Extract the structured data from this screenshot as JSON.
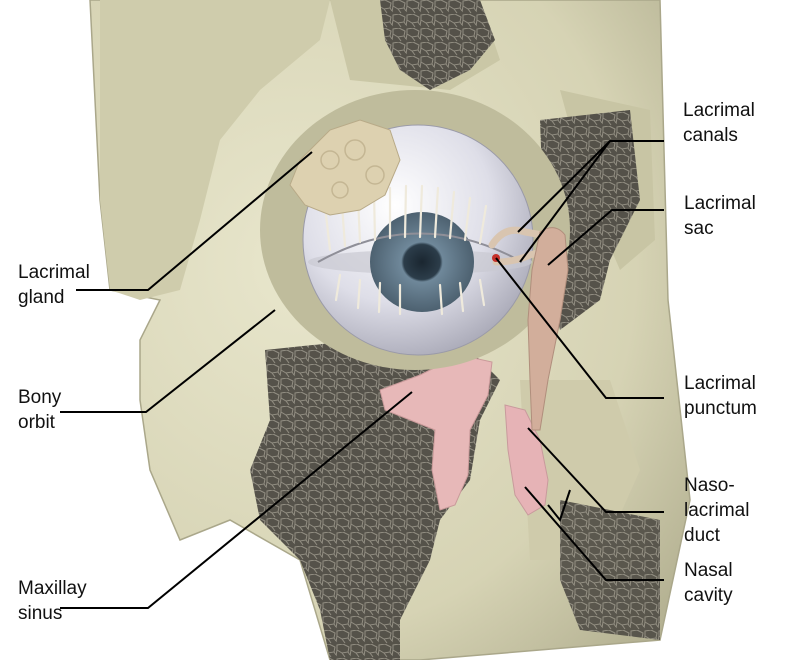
{
  "labels": {
    "lacrimal_canals": "Lacrimal\ncanals",
    "lacrimal_sac": "Lacrimal\nsac",
    "lacrimal_gland": "Lacrimal\ngland",
    "bony_orbit": "Bony\norbit",
    "lacrimal_punctum": "Lacrimal\npunctum",
    "nasolacrimal_duct": "Naso-\nlacrimal\nduct",
    "nasal_cavity": "Nasal\ncavity",
    "maxillary_sinus": "Maxillay\nsinus"
  },
  "colors": {
    "bone": "#d8d6b8",
    "bone_shadow": "#b9b697",
    "spongy_bone": "#4f4c45",
    "sinus": "#e6b5b5",
    "eyeball": "#e4e4ec",
    "iris": "#5d7585",
    "gland": "#dcd0b0",
    "duct": "#d1ad9a",
    "leader_line": "#000000"
  }
}
